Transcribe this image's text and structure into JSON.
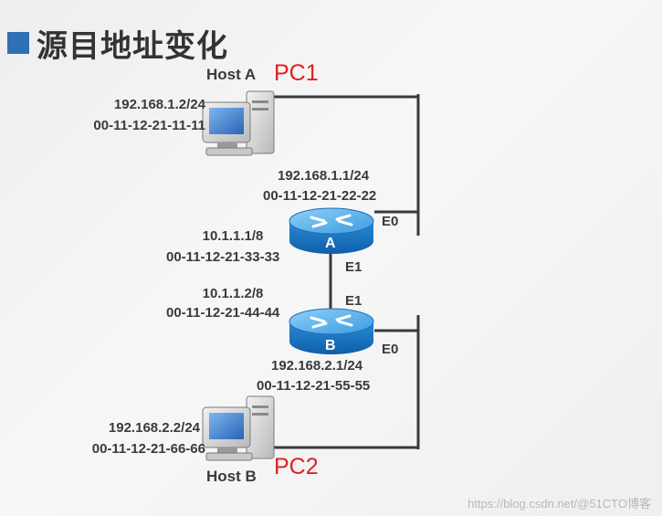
{
  "slide": {
    "title": "源目地址变化"
  },
  "host_a": {
    "name": "Host A",
    "tag": "PC1",
    "ip": "192.168.1.2/24",
    "mac": "00-11-12-21-11-11"
  },
  "host_b": {
    "name": "Host B",
    "tag": "PC2",
    "ip": "192.168.2.2/24",
    "mac": "00-11-12-21-66-66"
  },
  "router_a": {
    "letter": "A",
    "e0": {
      "port": "E0",
      "ip": "192.168.1.1/24",
      "mac": "00-11-12-21-22-22"
    },
    "e1": {
      "port": "E1",
      "ip": "10.1.1.1/8",
      "mac": "00-11-12-21-33-33"
    }
  },
  "router_b": {
    "letter": "B",
    "e1": {
      "port": "E1",
      "ip": "10.1.1.2/8",
      "mac": "00-11-12-21-44-44"
    },
    "e0": {
      "port": "E0",
      "ip": "192.168.2.1/24",
      "mac": "00-11-12-21-55-55"
    }
  },
  "watermark": "https://blog.csdn.net/@51CTO博客",
  "colors": {
    "title_square": "#2f6fb8",
    "pc_label": "#e02020",
    "router_body": "#1f7fd0",
    "router_top": "#5fb2ee",
    "link": "#3a3a3a"
  }
}
